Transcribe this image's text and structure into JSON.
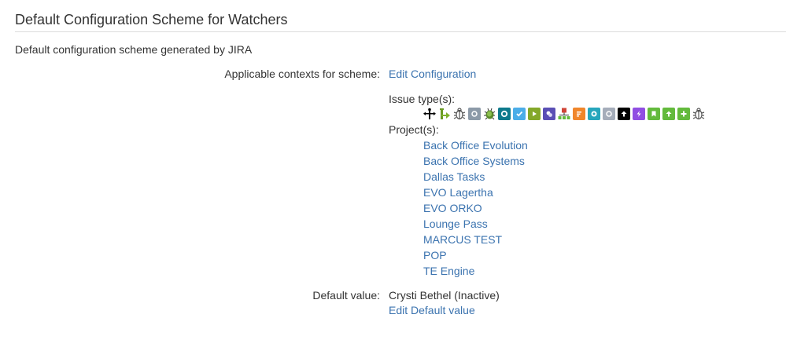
{
  "header": {
    "title": "Default Configuration Scheme for Watchers",
    "description": "Default configuration scheme generated by JIRA"
  },
  "contexts": {
    "label": "Applicable contexts for scheme:",
    "edit_link": "Edit Configuration",
    "issue_types_label": "Issue type(s):",
    "issue_type_icons": [
      {
        "name": "sub-task-person-icon",
        "color": "#000000"
      },
      {
        "name": "branch-arrow-icon",
        "color": "#6a9a23"
      },
      {
        "name": "bug-outline-icon",
        "color": "#555555"
      },
      {
        "name": "generic-circle-icon",
        "color": "#8c9aa8"
      },
      {
        "name": "green-bug-icon",
        "color": "#5b8a2b"
      },
      {
        "name": "teal-circle-icon",
        "color": "#0e7a8c"
      },
      {
        "name": "task-check-icon",
        "color": "#4bade8"
      },
      {
        "name": "play-icon",
        "color": "#84a82a"
      },
      {
        "name": "purple-circles-icon",
        "color": "#5a4fb5"
      },
      {
        "name": "hierarchy-icon",
        "color": "#d04437"
      },
      {
        "name": "orange-document-icon",
        "color": "#f0862b"
      },
      {
        "name": "teal-disc-icon",
        "color": "#27a6bc"
      },
      {
        "name": "grey-circle-icon",
        "color": "#a5adba"
      },
      {
        "name": "black-arrow-up-icon",
        "color": "#000000"
      },
      {
        "name": "lightning-icon",
        "color": "#904ee2"
      },
      {
        "name": "bookmark-icon",
        "color": "#63ba3c"
      },
      {
        "name": "green-arrow-up-icon",
        "color": "#63ba3c"
      },
      {
        "name": "green-plus-icon",
        "color": "#63ba3c"
      },
      {
        "name": "bug-outline-icon-2",
        "color": "#555555"
      }
    ],
    "projects_label": "Project(s):",
    "projects": [
      "Back Office Evolution",
      "Back Office Systems",
      "Dallas Tasks",
      "EVO Lagertha",
      "EVO ORKO",
      "Lounge Pass",
      "MARCUS TEST",
      "POP",
      "TE Engine"
    ]
  },
  "default_value": {
    "label": "Default value:",
    "value": "Crysti Bethel (Inactive)",
    "edit_link": "Edit Default value"
  },
  "colors": {
    "link": "#3b73af",
    "text": "#333333",
    "rule": "#dcdcdc"
  }
}
